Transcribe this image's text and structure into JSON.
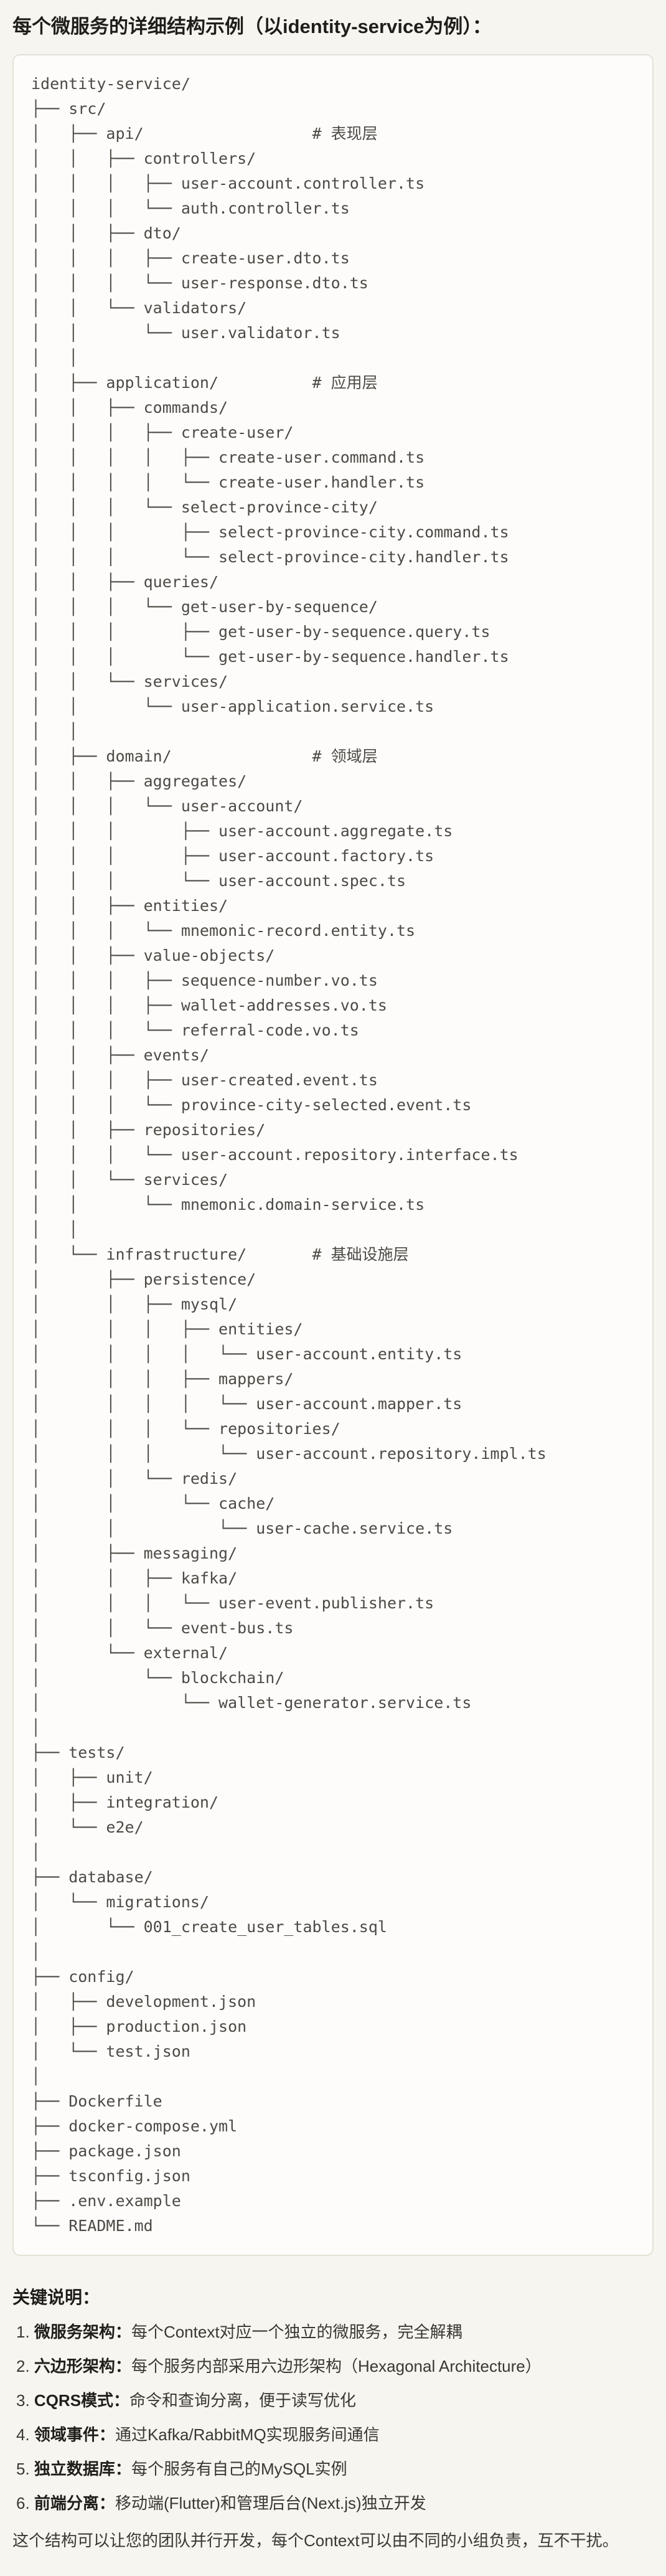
{
  "colors": {
    "page_bg": "#f7f5ef",
    "code_bg": "#fdfcfa",
    "code_border": "#e4e1d6",
    "text": "#3a3833",
    "code_text": "#4b4a44"
  },
  "page": {
    "heading": "每个微服务的详细结构示例（以identity-service为例）：",
    "notes_heading": "关键说明：",
    "closing": "这个结构可以让您的团队并行开发，每个Context可以由不同的小组负责，互不干扰。"
  },
  "code_block": {
    "lines": [
      "identity-service/",
      "├── src/",
      "│   ├── api/                  # 表现层",
      "│   │   ├── controllers/",
      "│   │   │   ├── user-account.controller.ts",
      "│   │   │   └── auth.controller.ts",
      "│   │   ├── dto/",
      "│   │   │   ├── create-user.dto.ts",
      "│   │   │   └── user-response.dto.ts",
      "│   │   └── validators/",
      "│   │       └── user.validator.ts",
      "│   │",
      "│   ├── application/          # 应用层",
      "│   │   ├── commands/",
      "│   │   │   ├── create-user/",
      "│   │   │   │   ├── create-user.command.ts",
      "│   │   │   │   └── create-user.handler.ts",
      "│   │   │   └── select-province-city/",
      "│   │   │       ├── select-province-city.command.ts",
      "│   │   │       └── select-province-city.handler.ts",
      "│   │   ├── queries/",
      "│   │   │   └── get-user-by-sequence/",
      "│   │   │       ├── get-user-by-sequence.query.ts",
      "│   │   │       └── get-user-by-sequence.handler.ts",
      "│   │   └── services/",
      "│   │       └── user-application.service.ts",
      "│   │",
      "│   ├── domain/               # 领域层",
      "│   │   ├── aggregates/",
      "│   │   │   └── user-account/",
      "│   │   │       ├── user-account.aggregate.ts",
      "│   │   │       ├── user-account.factory.ts",
      "│   │   │       └── user-account.spec.ts",
      "│   │   ├── entities/",
      "│   │   │   └── mnemonic-record.entity.ts",
      "│   │   ├── value-objects/",
      "│   │   │   ├── sequence-number.vo.ts",
      "│   │   │   ├── wallet-addresses.vo.ts",
      "│   │   │   └── referral-code.vo.ts",
      "│   │   ├── events/",
      "│   │   │   ├── user-created.event.ts",
      "│   │   │   └── province-city-selected.event.ts",
      "│   │   ├── repositories/",
      "│   │   │   └── user-account.repository.interface.ts",
      "│   │   └── services/",
      "│   │       └── mnemonic.domain-service.ts",
      "│   │",
      "│   └── infrastructure/       # 基础设施层",
      "│       ├── persistence/",
      "│       │   ├── mysql/",
      "│       │   │   ├── entities/",
      "│       │   │   │   └── user-account.entity.ts",
      "│       │   │   ├── mappers/",
      "│       │   │   │   └── user-account.mapper.ts",
      "│       │   │   └── repositories/",
      "│       │   │       └── user-account.repository.impl.ts",
      "│       │   └── redis/",
      "│       │       └── cache/",
      "│       │           └── user-cache.service.ts",
      "│       ├── messaging/",
      "│       │   ├── kafka/",
      "│       │   │   └── user-event.publisher.ts",
      "│       │   └── event-bus.ts",
      "│       └── external/",
      "│           └── blockchain/",
      "│               └── wallet-generator.service.ts",
      "│",
      "├── tests/",
      "│   ├── unit/",
      "│   ├── integration/",
      "│   └── e2e/",
      "│",
      "├── database/",
      "│   └── migrations/",
      "│       └── 001_create_user_tables.sql",
      "│",
      "├── config/",
      "│   ├── development.json",
      "│   ├── production.json",
      "│   └── test.json",
      "│",
      "├── Dockerfile",
      "├── docker-compose.yml",
      "├── package.json",
      "├── tsconfig.json",
      "├── .env.example",
      "└── README.md"
    ]
  },
  "notes": [
    {
      "num": "1.",
      "label": "微服务架构",
      "sep": "：",
      "desc": "每个Context对应一个独立的微服务，完全解耦"
    },
    {
      "num": "2.",
      "label": "六边形架构",
      "sep": "：",
      "desc": "每个服务内部采用六边形架构（Hexagonal Architecture）"
    },
    {
      "num": "3.",
      "label": "CQRS模式",
      "sep": "：",
      "desc": "命令和查询分离，便于读写优化"
    },
    {
      "num": "4.",
      "label": "领域事件",
      "sep": "：",
      "desc": "通过Kafka/RabbitMQ实现服务间通信"
    },
    {
      "num": "5.",
      "label": "独立数据库",
      "sep": "：",
      "desc": "每个服务有自己的MySQL实例"
    },
    {
      "num": "6.",
      "label": "前端分离",
      "sep": "：",
      "desc": "移动端(Flutter)和管理后台(Next.js)独立开发"
    }
  ]
}
